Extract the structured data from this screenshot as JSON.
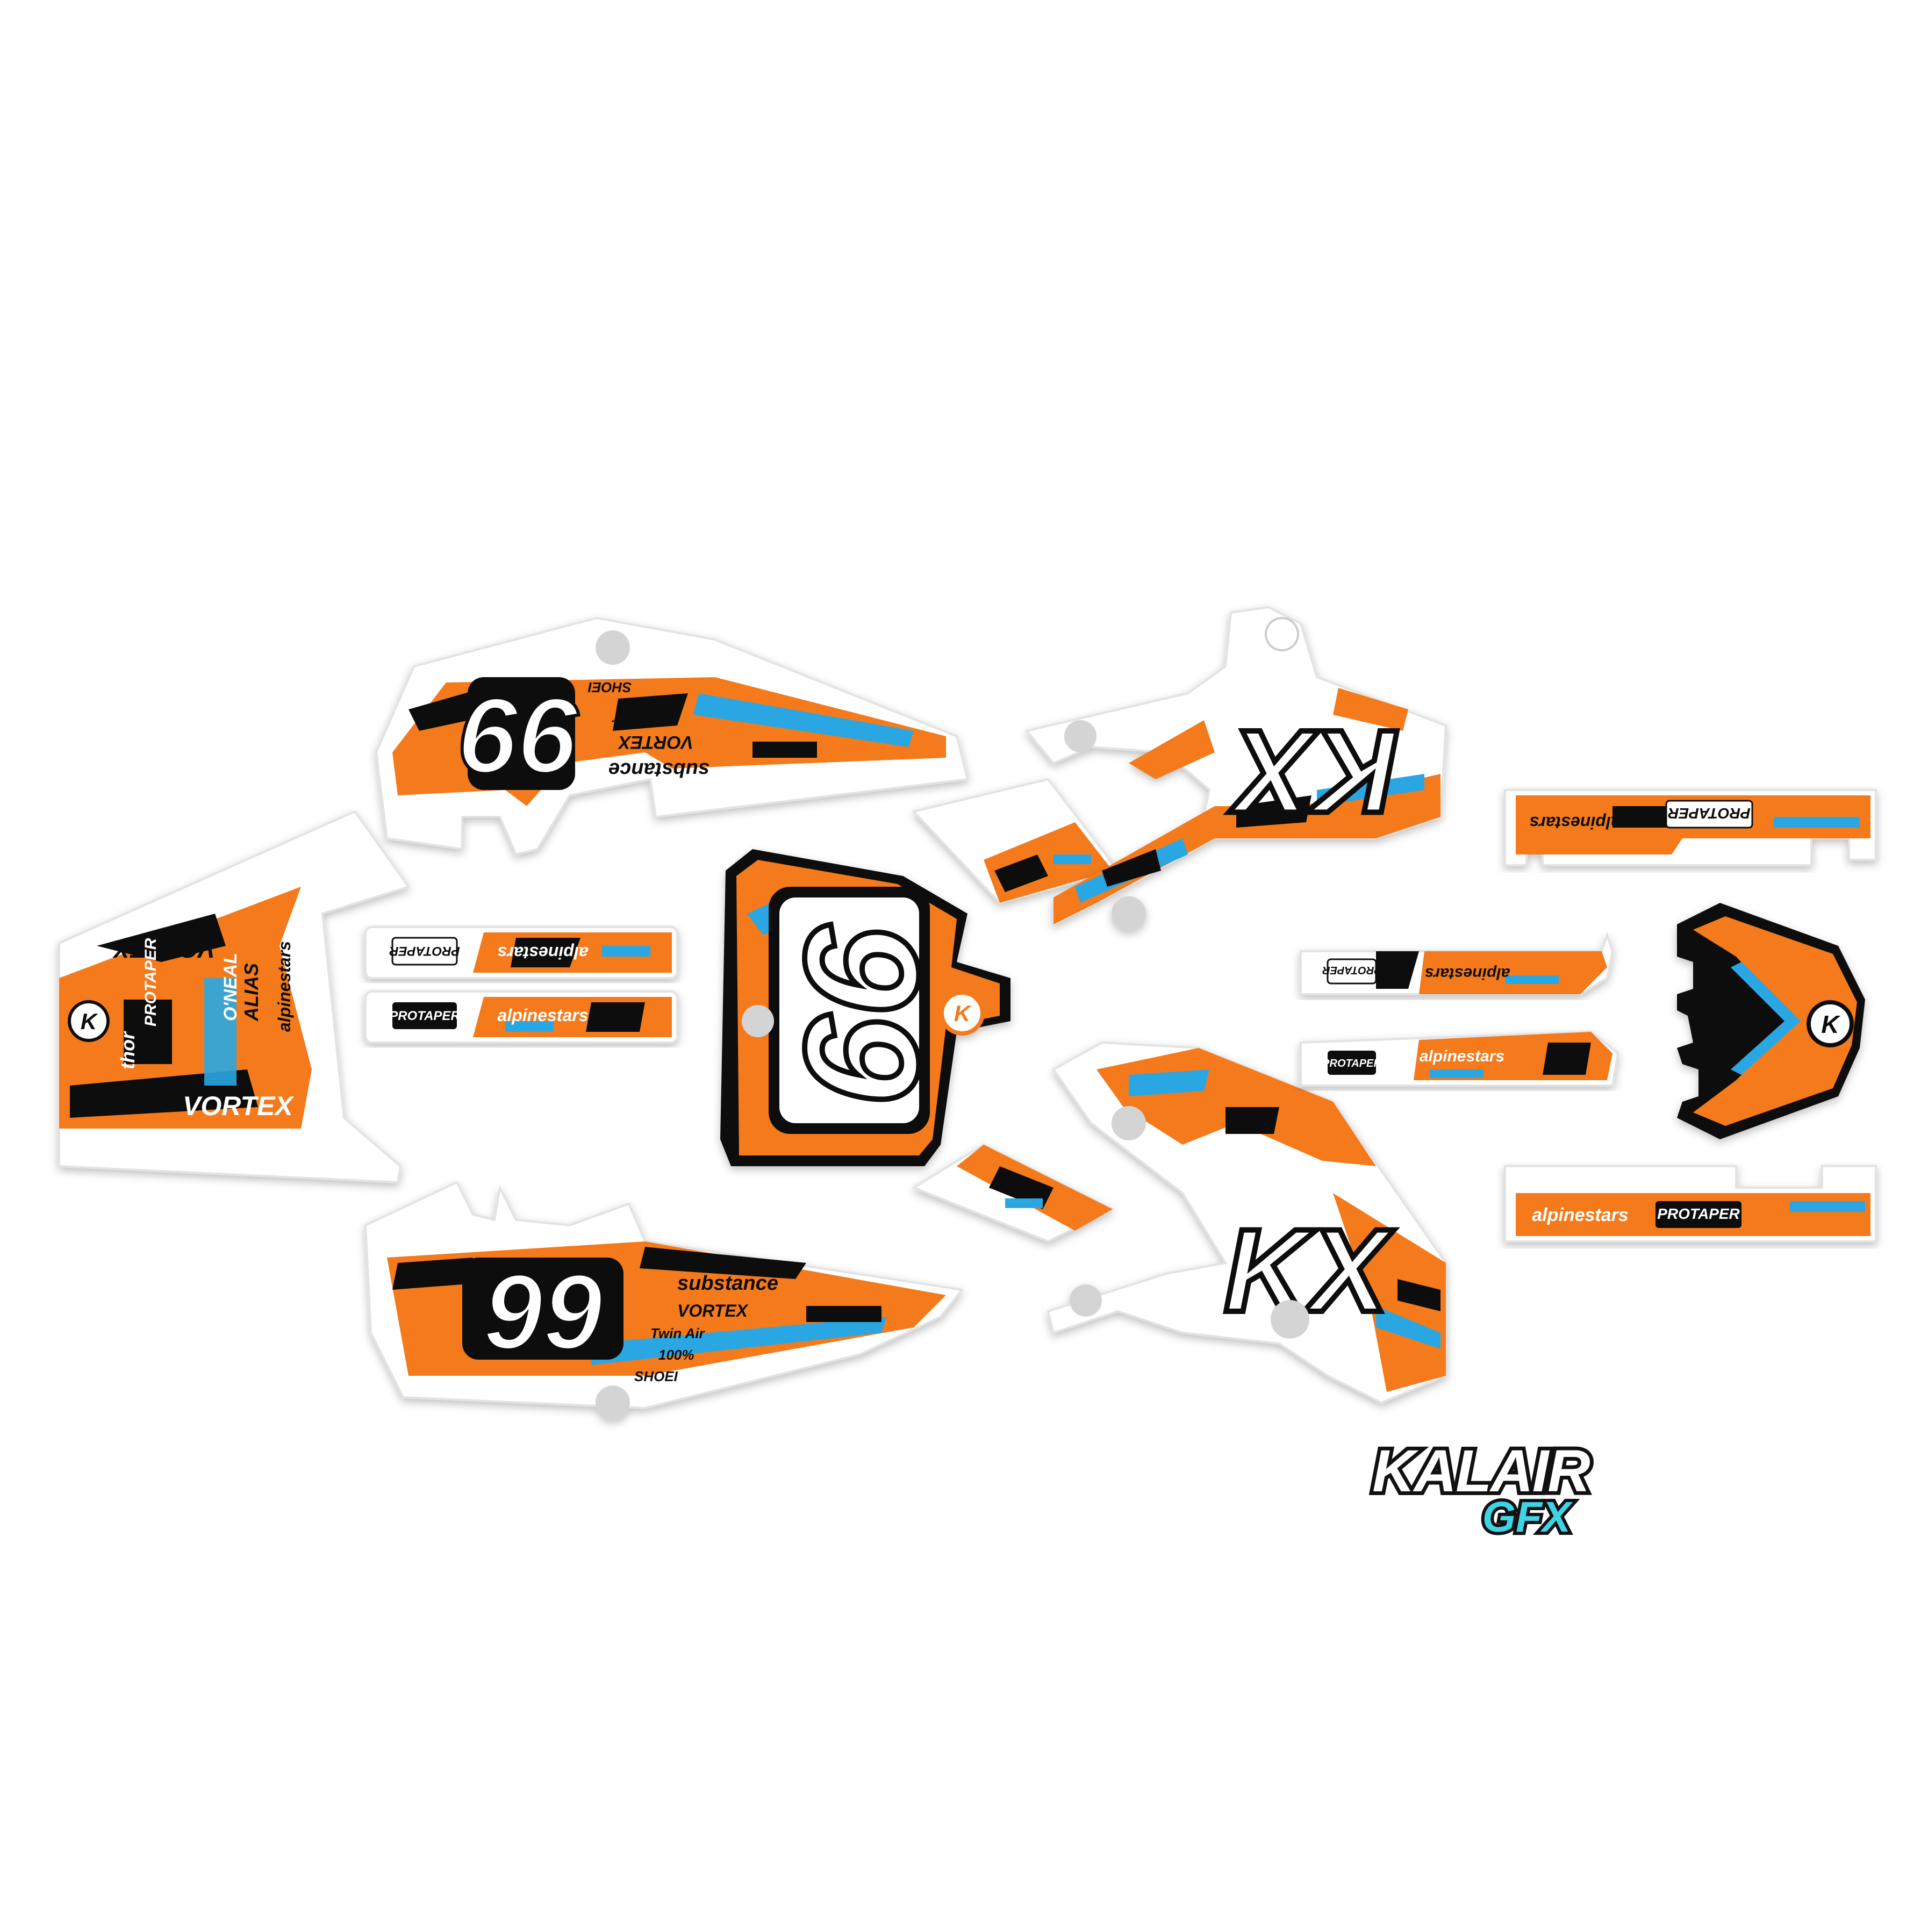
{
  "colors": {
    "orange": "#f47a1f",
    "blue": "#2aa7e2",
    "black": "#111111",
    "white": "#ffffff",
    "grey": "#bdbdbd",
    "dot": "#d4d4d4",
    "cyan": "#3fd3e6"
  },
  "race_number": "99",
  "model_badge": "KX",
  "brand_mark": "K",
  "sponsors": {
    "protaper": "PROTAPER",
    "alpinestars": "alpinestars",
    "vortex": "VORTEX",
    "substance": "substance",
    "twinair": "Twin Air",
    "shoei": "SHOEI",
    "oneal": "O'NEAL",
    "alias": "ALIAS",
    "thor": "thor",
    "sponsor_100": "100%"
  },
  "logo": {
    "line1": "KALAIR",
    "line2": "GFX"
  }
}
